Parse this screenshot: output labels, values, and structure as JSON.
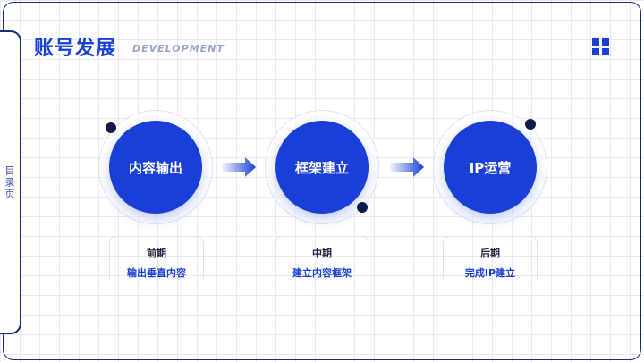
{
  "header": {
    "title": "账号发展",
    "subtitle": "DEVELOPMENT"
  },
  "side_tab": {
    "label": "目录页"
  },
  "steps": [
    {
      "circle_label": "内容输出",
      "phase": "前期",
      "desc": "输出垂直内容"
    },
    {
      "circle_label": "框架建立",
      "phase": "中期",
      "desc": "建立内容框架"
    },
    {
      "circle_label": "IP运营",
      "phase": "后期",
      "desc": "完成IP建立"
    }
  ],
  "icons": [
    "grid-menu-icon",
    "arrow-right-icon"
  ],
  "colors": {
    "accent": "#1a3fd6",
    "dark": "#0d1a4a",
    "frame": "#1b2a78"
  }
}
